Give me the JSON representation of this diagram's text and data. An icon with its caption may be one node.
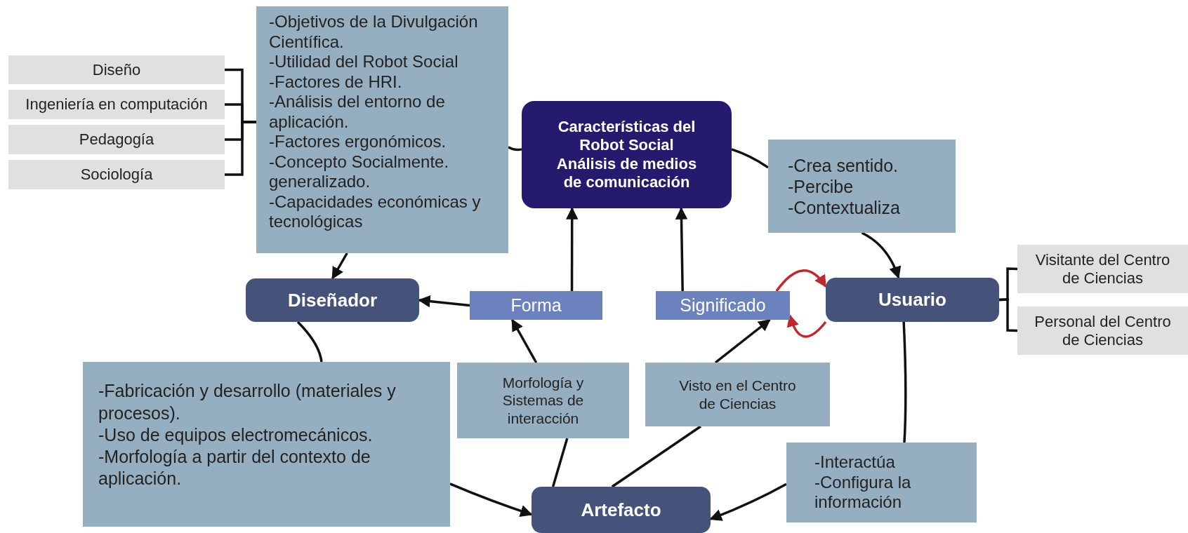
{
  "diagram": {
    "nodes": [
      {
        "text": [
          "Diseño"
        ]
      },
      {
        "text": [
          "Ingeniería en computación"
        ]
      },
      {
        "text": [
          "Pedagogía"
        ]
      },
      {
        "text": [
          "Sociología"
        ]
      },
      {
        "text": [
          "-Objetivos de la Divulgación Científica.",
          "-Utilidad del Robot Social",
          "-Factores de HRI.",
          "-Análisis del entorno de aplicación.",
          "-Factores ergonómicos.",
          "-Concepto Socialmente. generalizado.",
          "-Capacidades económicas y tecnológicas"
        ]
      },
      {
        "text": [
          "Características del Robot Social Análisis de medios de comunicación"
        ]
      },
      {
        "text": [
          "-Crea sentido.",
          "-Percibe",
          "-Contextualiza"
        ]
      },
      {
        "text": [
          "Diseñador"
        ]
      },
      {
        "text": [
          "Forma"
        ]
      },
      {
        "text": [
          "Significado"
        ]
      },
      {
        "text": [
          "Usuario"
        ]
      },
      {
        "text": [
          "Visitante del Centro de Ciencias"
        ]
      },
      {
        "text": [
          "Personal del Centro de Ciencias"
        ]
      },
      {
        "text": [
          "-Fabricación y desarrollo (materiales y procesos).",
          "-Uso de equipos electromecánicos.",
          "-Morfología a partir del contexto de aplicación."
        ]
      },
      {
        "text": [
          "Morfología y Sistemas de interacción"
        ]
      },
      {
        "text": [
          "Visto en el Centro de Ciencias"
        ]
      },
      {
        "text": [
          "-Interactúa",
          "-Configura la información"
        ]
      },
      {
        "text": [
          "Artefacto"
        ]
      }
    ],
    "edges": [
      {
        "from": 0,
        "to": 4,
        "arrow": "none"
      },
      {
        "from": 1,
        "to": 4,
        "arrow": "none"
      },
      {
        "from": 2,
        "to": 4,
        "arrow": "none"
      },
      {
        "from": 3,
        "to": 4,
        "arrow": "none"
      },
      {
        "from": 5,
        "to": 4,
        "arrow": "none"
      },
      {
        "from": 4,
        "to": 7,
        "arrow": "to"
      },
      {
        "from": 5,
        "to": 6,
        "arrow": "none"
      },
      {
        "from": 6,
        "to": 10,
        "arrow": "to"
      },
      {
        "from": 8,
        "to": 7,
        "arrow": "to"
      },
      {
        "from": 8,
        "to": 5,
        "arrow": "to"
      },
      {
        "from": 9,
        "to": 5,
        "arrow": "to"
      },
      {
        "from": 9,
        "to": 10,
        "arrow": "to",
        "color": "#c1272d"
      },
      {
        "from": 10,
        "to": 9,
        "arrow": "to",
        "color": "#c1272d"
      },
      {
        "from": 10,
        "to": 11,
        "arrow": "none"
      },
      {
        "from": 10,
        "to": 12,
        "arrow": "none"
      },
      {
        "from": 7,
        "to": 13,
        "arrow": "none"
      },
      {
        "from": 13,
        "to": 17,
        "arrow": "to"
      },
      {
        "from": 17,
        "to": 14,
        "arrow": "none"
      },
      {
        "from": 14,
        "to": 8,
        "arrow": "to"
      },
      {
        "from": 17,
        "to": 15,
        "arrow": "none"
      },
      {
        "from": 15,
        "to": 9,
        "arrow": "to"
      },
      {
        "from": 10,
        "to": 16,
        "arrow": "none"
      },
      {
        "from": 16,
        "to": 17,
        "arrow": "to"
      }
    ]
  }
}
